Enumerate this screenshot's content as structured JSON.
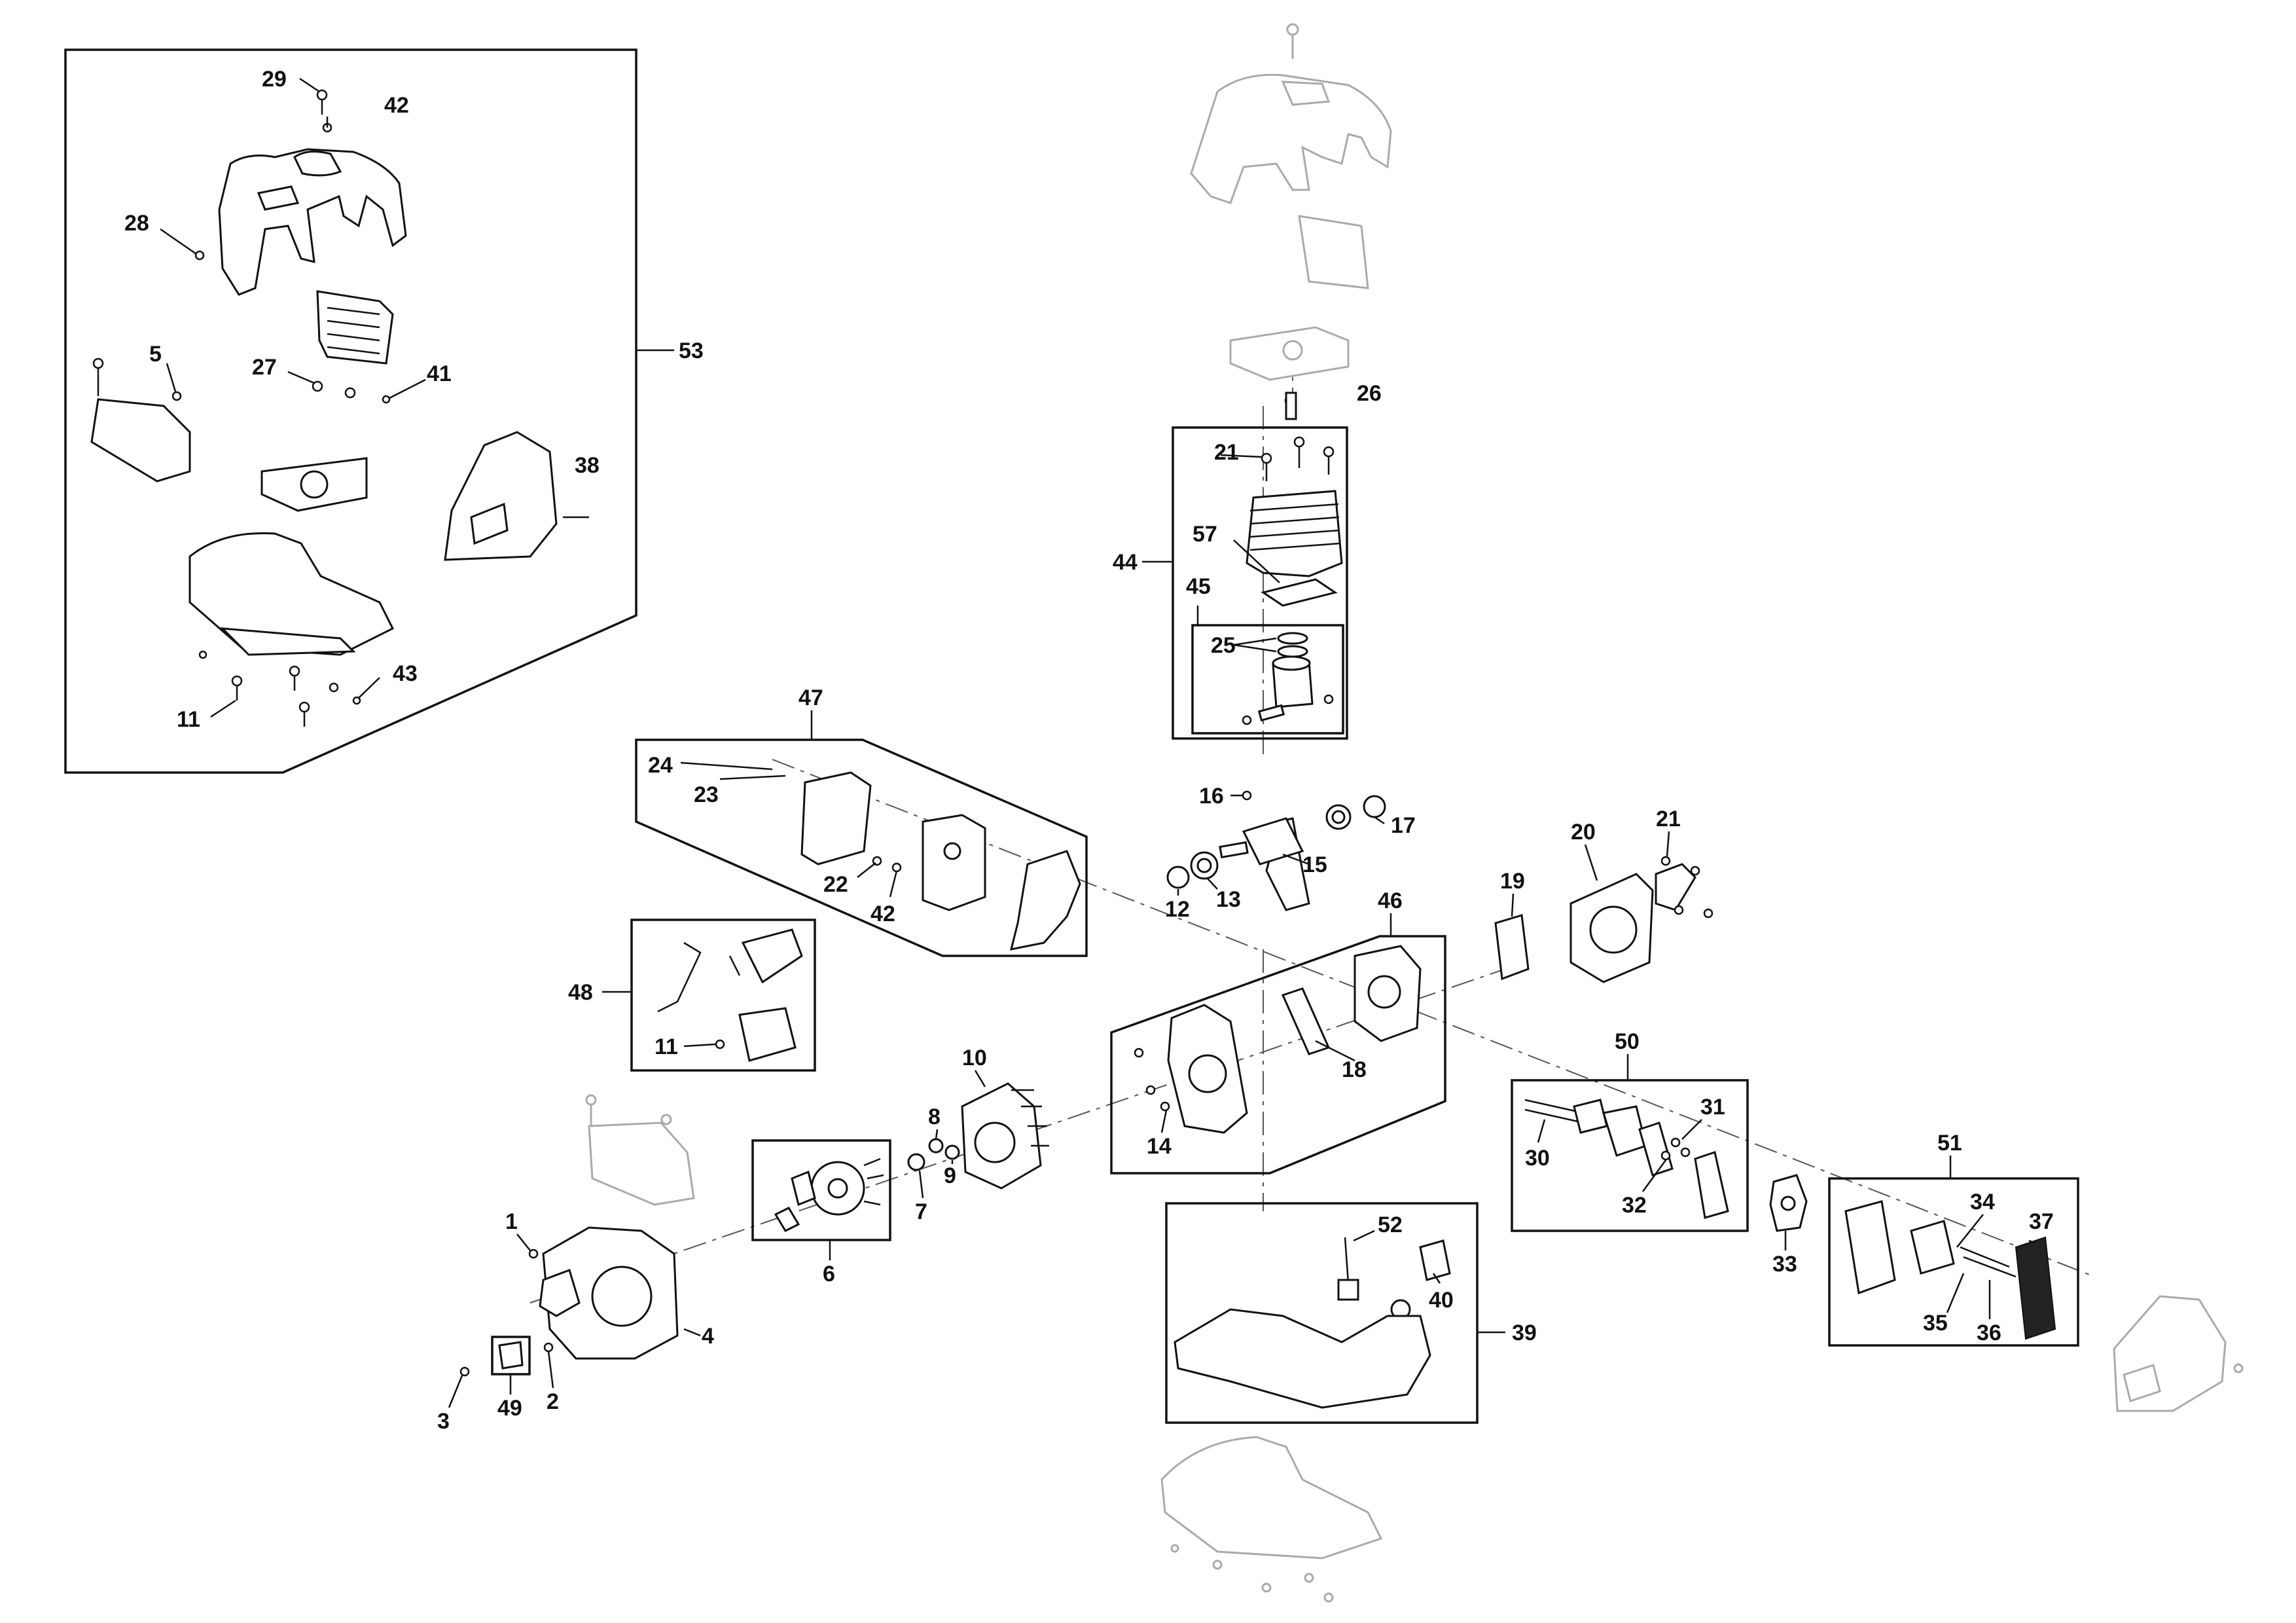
{
  "diagram": {
    "callouts": {
      "c1": "1",
      "c2": "2",
      "c3": "3",
      "c4": "4",
      "c5": "5",
      "c6": "6",
      "c7": "7",
      "c8": "8",
      "c9": "9",
      "c10": "10",
      "c11a": "11",
      "c11b": "11",
      "c12": "12",
      "c13": "13",
      "c14": "14",
      "c15": "15",
      "c16": "16",
      "c17": "17",
      "c18": "18",
      "c19": "19",
      "c20": "20",
      "c21a": "21",
      "c21b": "21",
      "c22": "22",
      "c23": "23",
      "c24": "24",
      "c25": "25",
      "c26": "26",
      "c27": "27",
      "c28": "28",
      "c29": "29",
      "c30": "30",
      "c31": "31",
      "c32": "32",
      "c33": "33",
      "c34": "34",
      "c35": "35",
      "c36": "36",
      "c37": "37",
      "c38": "38",
      "c39": "39",
      "c40": "40",
      "c41": "41",
      "c42a": "42",
      "c42b": "42",
      "c43": "43",
      "c44": "44",
      "c45": "45",
      "c46": "46",
      "c47": "47",
      "c48": "48",
      "c49": "49",
      "c50": "50",
      "c51": "51",
      "c52": "52",
      "c53": "53",
      "c57": "57"
    }
  }
}
